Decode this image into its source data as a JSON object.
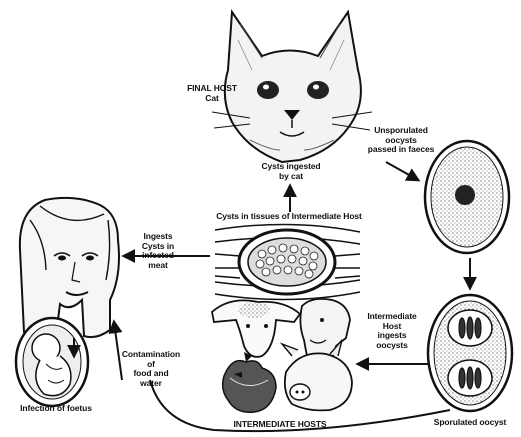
{
  "diagram": {
    "final_host": "FINAL HOST\nCat",
    "unsporulated": "Unsporulated\noocysts\npassed in faeces",
    "cysts_ingested": "Cysts ingested\nby cat",
    "cysts_in_tissues": "Cysts in tissues of Intermediate Host",
    "ingests_cysts": "Ingests\nCysts in\ninfected\nmeat",
    "intermediate_ingests": "Intermediate\nHost\ningests\noocysts",
    "contamination": "Contamination\nof\nfood and\nwater",
    "infection_foetus": "Infection of foetus",
    "intermediate_hosts": "INTERMEDIATE HOSTS",
    "sporulated": "Sporulated oocyst"
  },
  "icons": {
    "cat": "cat-head-icon",
    "woman": "woman-face-icon",
    "foetus": "foetus-icon",
    "cyst": "tissue-cyst-icon",
    "unsporulated_oocyst": "unsporulated-oocyst-icon",
    "sporulated_oocyst": "sporulated-oocyst-icon",
    "animals": "intermediate-hosts-animals-icon"
  }
}
